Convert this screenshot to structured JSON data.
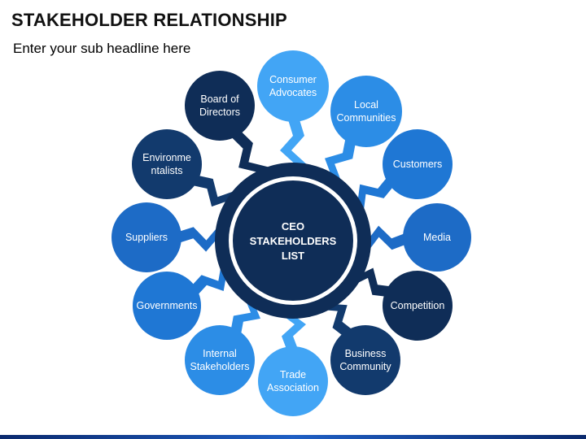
{
  "title": "STAKEHOLDER RELATIONSHIP",
  "subtitle": "Enter your sub headline here",
  "center": {
    "lines": [
      "CEO",
      "STAKEHOLDERS",
      "LIST"
    ],
    "color": "#0f2d57"
  },
  "nodes": [
    {
      "id": "consumer-advocates",
      "lines": [
        "Consumer",
        "Advocates"
      ],
      "color": "#42a5f5"
    },
    {
      "id": "local-communities",
      "lines": [
        "Local",
        "Communities"
      ],
      "color": "#2c8de6"
    },
    {
      "id": "customers",
      "lines": [
        "Customers"
      ],
      "color": "#1f77d4"
    },
    {
      "id": "media",
      "lines": [
        "Media"
      ],
      "color": "#1d6bc6"
    },
    {
      "id": "competition",
      "lines": [
        "Competition"
      ],
      "color": "#0f2d57"
    },
    {
      "id": "business-community",
      "lines": [
        "Business",
        "Community"
      ],
      "color": "#123a6d"
    },
    {
      "id": "trade-association",
      "lines": [
        "Trade",
        "Association"
      ],
      "color": "#42a5f5"
    },
    {
      "id": "internal-stakeholders",
      "lines": [
        "Internal",
        "Stakeholders"
      ],
      "color": "#2c8de6"
    },
    {
      "id": "governments",
      "lines": [
        "Governments"
      ],
      "color": "#1f77d4"
    },
    {
      "id": "suppliers",
      "lines": [
        "Suppliers"
      ],
      "color": "#1d6bc6"
    },
    {
      "id": "environmentalists",
      "lines": [
        "Environme",
        "ntalists"
      ],
      "color": "#123a6d"
    },
    {
      "id": "board-of-directors",
      "lines": [
        "Board of",
        "Directors"
      ],
      "color": "#0f2d57"
    }
  ]
}
